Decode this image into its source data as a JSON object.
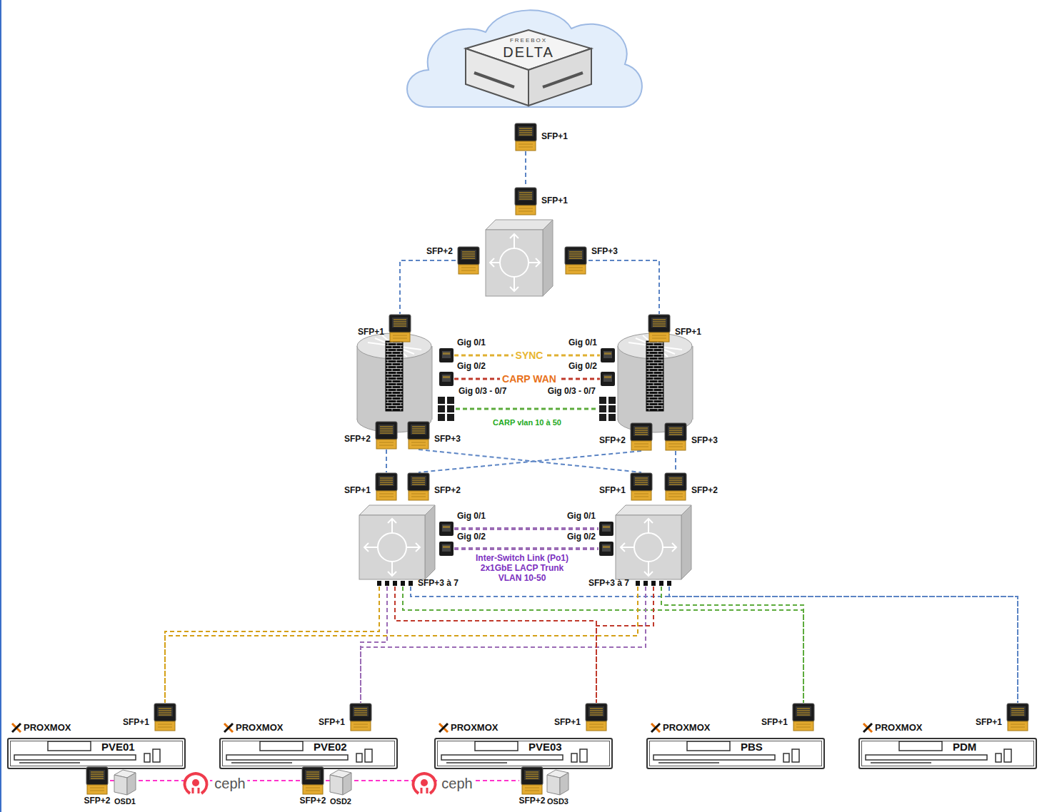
{
  "diagram": {
    "nodes": [
      {
        "text": [
          "FREEBOX",
          "DELTA"
        ]
      },
      {
        "text": [
          "SFP+1"
        ]
      },
      {
        "text": [
          "SFP+1"
        ]
      },
      {
        "text": [
          "SFP+2"
        ]
      },
      {
        "text": [
          "SFP+3"
        ]
      },
      {
        "text": [
          "SFP+1"
        ]
      },
      {
        "text": [
          "SFP+1"
        ]
      },
      {
        "text": [
          "Gig 0/1"
        ]
      },
      {
        "text": [
          "Gig 0/1"
        ]
      },
      {
        "text": [
          "Gig 0/2"
        ]
      },
      {
        "text": [
          "Gig 0/2"
        ]
      },
      {
        "text": [
          "Gig 0/3 - 0/7"
        ]
      },
      {
        "text": [
          "Gig 0/3 - 0/7"
        ]
      },
      {
        "text": [
          "SFP+2"
        ]
      },
      {
        "text": [
          "SFP+3"
        ]
      },
      {
        "text": [
          "SFP+2"
        ]
      },
      {
        "text": [
          "SFP+3"
        ]
      },
      {
        "text": [
          "SFP+1"
        ]
      },
      {
        "text": [
          "SFP+2"
        ]
      },
      {
        "text": [
          "SFP+1"
        ]
      },
      {
        "text": [
          "SFP+2"
        ]
      },
      {
        "text": [
          "Gig 0/1"
        ]
      },
      {
        "text": [
          "Gig 0/1"
        ]
      },
      {
        "text": [
          "Gig 0/2"
        ]
      },
      {
        "text": [
          "Gig 0/2"
        ]
      },
      {
        "text": [
          "SFP+3 à 7"
        ]
      },
      {
        "text": [
          "SFP+3 à 7"
        ]
      },
      {
        "text": [
          "PROXMOX",
          "PVE01"
        ]
      },
      {
        "text": [
          "SFP+1"
        ]
      },
      {
        "text": [
          "PROXMOX",
          "PVE02"
        ]
      },
      {
        "text": [
          "SFP+1"
        ]
      },
      {
        "text": [
          "PROXMOX",
          "PVE03"
        ]
      },
      {
        "text": [
          "SFP+1"
        ]
      },
      {
        "text": [
          "PROXMOX",
          "PBS"
        ]
      },
      {
        "text": [
          "SFP+1"
        ]
      },
      {
        "text": [
          "PROXMOX",
          "PDM"
        ]
      },
      {
        "text": [
          "SFP+1"
        ]
      },
      {
        "text": [
          "SFP+2"
        ]
      },
      {
        "text": [
          "SFP+2"
        ]
      },
      {
        "text": [
          "SFP+2"
        ]
      }
    ],
    "edges": [
      {
        "from": 1,
        "to": 2,
        "arrow": "none"
      },
      {
        "from": 3,
        "to": 5,
        "arrow": "none"
      },
      {
        "from": 4,
        "to": 6,
        "arrow": "none"
      },
      {
        "from": 7,
        "to": 8,
        "label": "SYNC",
        "arrow": "none"
      },
      {
        "from": 9,
        "to": 10,
        "label": "CARP WAN",
        "arrow": "none"
      },
      {
        "from": 11,
        "to": 12,
        "label": "CARP vlan 10 à 50",
        "arrow": "none"
      },
      {
        "from": 13,
        "to": 17,
        "arrow": "none"
      },
      {
        "from": 14,
        "to": 19,
        "arrow": "none"
      },
      {
        "from": 15,
        "to": 18,
        "arrow": "none"
      },
      {
        "from": 16,
        "to": 20,
        "arrow": "none"
      },
      {
        "from": 21,
        "to": 22,
        "label": "Inter-Switch Link (Po1) 2x1GbE LACP Trunk VLAN 10-50",
        "arrow": "none"
      },
      {
        "from": 23,
        "to": 24,
        "arrow": "none"
      },
      {
        "from": 25,
        "to": 28,
        "arrow": "none"
      },
      {
        "from": 25,
        "to": 30,
        "arrow": "none"
      },
      {
        "from": 25,
        "to": 32,
        "arrow": "none"
      },
      {
        "from": 25,
        "to": 34,
        "arrow": "none"
      },
      {
        "from": 25,
        "to": 36,
        "arrow": "none"
      },
      {
        "from": 26,
        "to": 28,
        "arrow": "none"
      },
      {
        "from": 26,
        "to": 30,
        "arrow": "none"
      },
      {
        "from": 26,
        "to": 32,
        "arrow": "none"
      },
      {
        "from": 26,
        "to": 34,
        "arrow": "none"
      },
      {
        "from": 26,
        "to": 36,
        "arrow": "none"
      },
      {
        "from": 37,
        "to": 38,
        "label": "ceph",
        "arrow": "none"
      },
      {
        "from": 38,
        "to": 39,
        "label": "ceph",
        "arrow": "none"
      }
    ],
    "labels": [
      "OSD1",
      "OSD2",
      "OSD3"
    ]
  }
}
